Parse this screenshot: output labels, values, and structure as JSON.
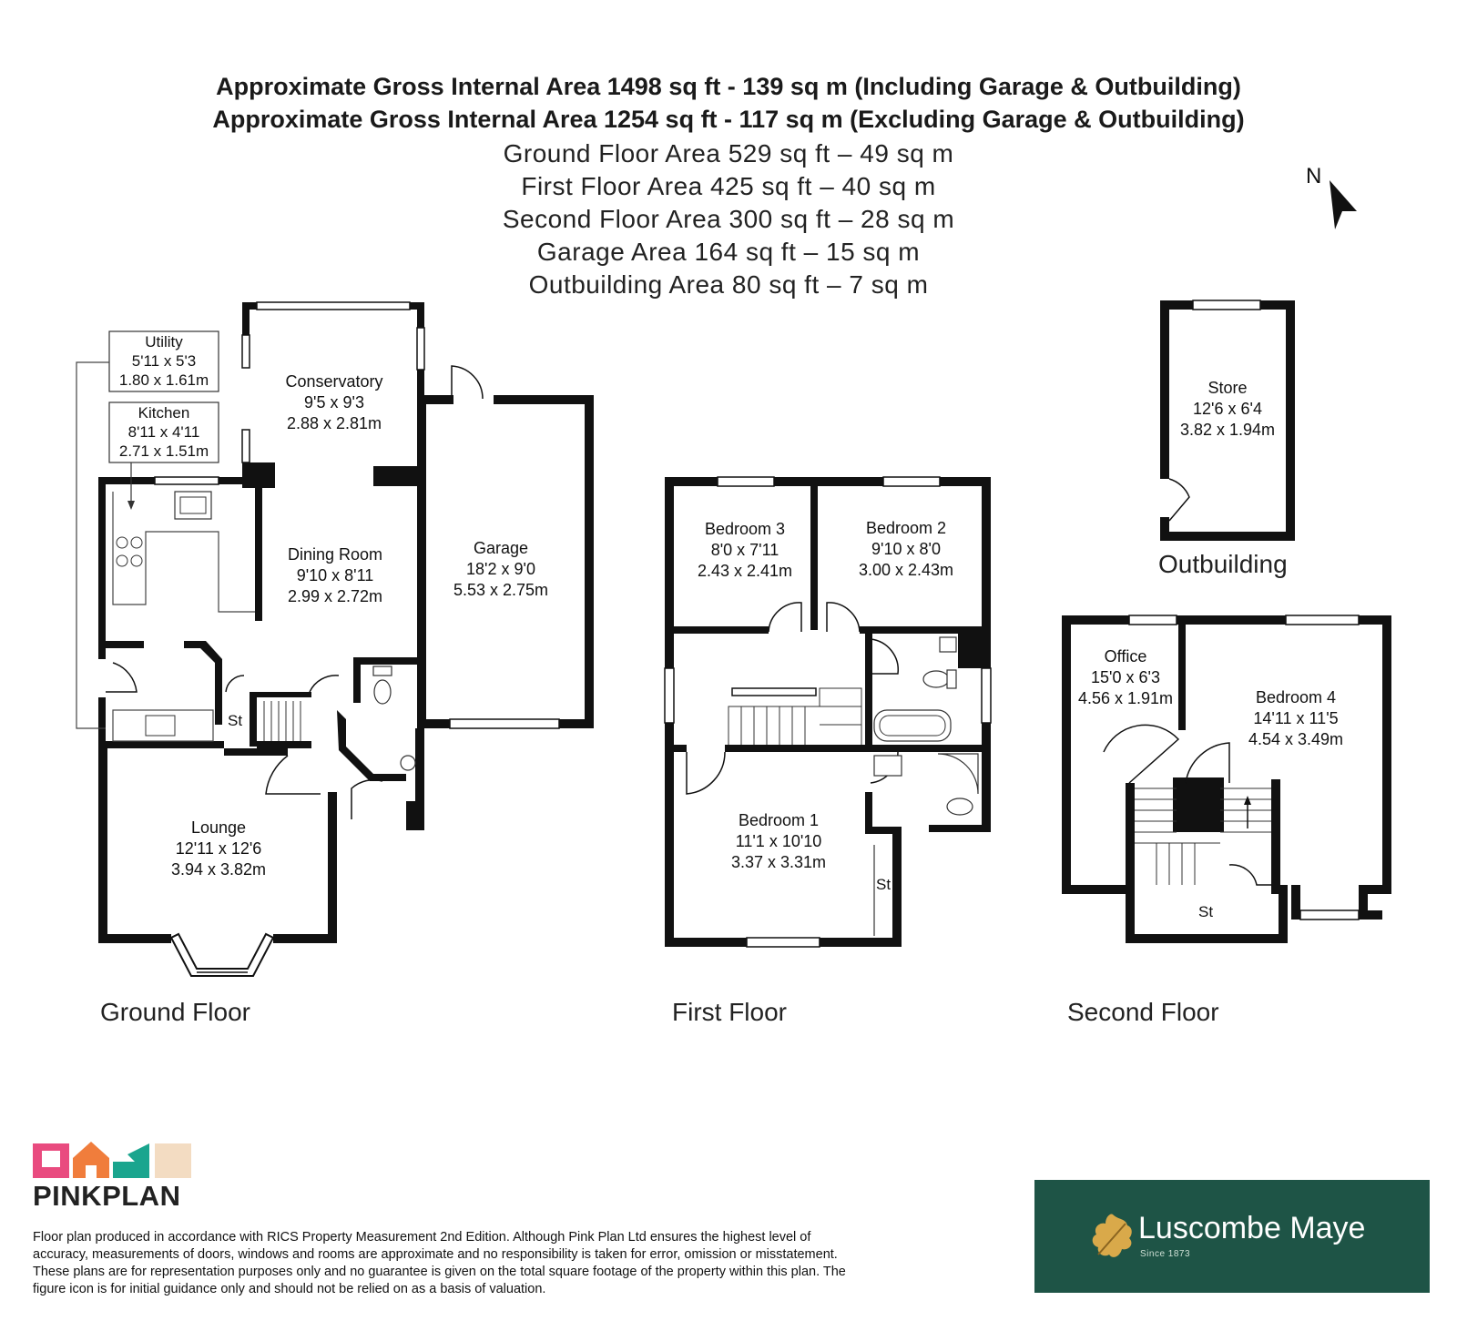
{
  "header": {
    "line1": "Approximate Gross Internal Area 1498 sq ft - 139 sq m (Including Garage & Outbuilding)",
    "line2": "Approximate Gross Internal Area 1254 sq ft - 117 sq m (Excluding Garage & Outbuilding)",
    "ground": "Ground Floor Area 529 sq ft – 49 sq m",
    "first": "First Floor Area 425 sq ft – 40 sq m",
    "second": "Second Floor Area 300 sq ft – 28 sq m",
    "garage": "Garage Area 164 sq ft – 15 sq m",
    "outbuilding": "Outbuilding Area 80 sq ft – 7 sq m"
  },
  "compass": {
    "label": "N"
  },
  "floors": {
    "ground": "Ground Floor",
    "first": "First Floor",
    "second": "Second Floor",
    "outbuilding": "Outbuilding"
  },
  "rooms": {
    "utility": {
      "name": "Utility",
      "imperial": "5'11 x 5'3",
      "metric": "1.80 x 1.61m"
    },
    "kitchen": {
      "name": "Kitchen",
      "imperial": "8'11 x 4'11",
      "metric": "2.71 x 1.51m"
    },
    "conservatory": {
      "name": "Conservatory",
      "imperial": "9'5 x 9'3",
      "metric": "2.88 x 2.81m"
    },
    "dining": {
      "name": "Dining Room",
      "imperial": "9'10 x 8'11",
      "metric": "2.99 x 2.72m"
    },
    "garage": {
      "name": "Garage",
      "imperial": "18'2 x 9'0",
      "metric": "5.53 x 2.75m"
    },
    "lounge": {
      "name": "Lounge",
      "imperial": "12'11 x 12'6",
      "metric": "3.94 x 3.82m"
    },
    "bedroom3": {
      "name": "Bedroom 3",
      "imperial": "8'0 x 7'11",
      "metric": "2.43 x 2.41m"
    },
    "bedroom2": {
      "name": "Bedroom 2",
      "imperial": "9'10 x 8'0",
      "metric": "3.00 x 2.43m"
    },
    "bedroom1": {
      "name": "Bedroom 1",
      "imperial": "11'1 x 10'10",
      "metric": "3.37 x 3.31m"
    },
    "store": {
      "name": "Store",
      "imperial": "12'6 x 6'4",
      "metric": "3.82 x 1.94m"
    },
    "office": {
      "name": "Office",
      "imperial": "15'0 x 6'3",
      "metric": "4.56 x 1.91m"
    },
    "bedroom4": {
      "name": "Bedroom 4",
      "imperial": "14'11 x 11'5",
      "metric": "4.54 x 3.49m"
    }
  },
  "storage_label": "St",
  "branding": {
    "pinkplan": "PINKPLAN",
    "agent": "Luscombe Maye",
    "since": "Since 1873",
    "colors": {
      "agent_bg": "#1e5446",
      "pink": "#e94b7f",
      "orange": "#f07d3c",
      "teal": "#1aa58e",
      "beige": "#f3dcc2"
    }
  },
  "disclaimer": "Floor plan produced in accordance with RICS Property Measurement 2nd Edition. Although Pink Plan Ltd ensures the highest level of accuracy, measurements of doors, windows and rooms are approximate and no responsibility is taken for error, omission or misstatement. These plans are for representation purposes only and no guarantee is given on the total square footage of the property within this plan. The figure icon is for initial guidance only and should not be relied on as a basis of valuation."
}
